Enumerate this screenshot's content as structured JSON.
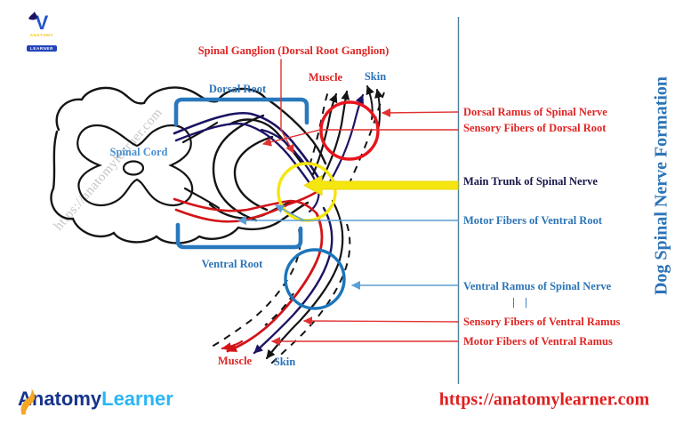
{
  "side_title": "Dog Spinal Nerve Formation",
  "watermark": "https://anatomylearner.com",
  "header_logo": {
    "monogram": "V",
    "line1": "ANATOMY",
    "line2": "LEARNER"
  },
  "footer": {
    "brand_primary": "Anatomy",
    "brand_secondary": "Learner",
    "url": "https://anatomylearner.com"
  },
  "diagram": {
    "labels": {
      "spinal_ganglion": "Spinal Ganglion (Dorsal Root Ganglion)",
      "dorsal_root": "Dorsal Root",
      "muscle_top": "Muscle",
      "skin_top": "Skin",
      "spinal_cord": "Spinal Cord",
      "ventral_root": "Ventral Root",
      "muscle_bottom": "Muscle",
      "skin_bottom": "Skin",
      "break_marks": "| |"
    },
    "callouts": [
      {
        "label": "Dorsal Ramus of Spinal Nerve",
        "color": "red"
      },
      {
        "label": "Sensory Fibers of Dorsal Root",
        "color": "red"
      },
      {
        "label": "Main Trunk of Spinal Nerve",
        "color": "dark"
      },
      {
        "label": "Motor Fibers of Ventral Root",
        "color": "blue"
      },
      {
        "label": "Ventral Ramus of Spinal Nerve",
        "color": "blue"
      },
      {
        "label": "Sensory Fibers of Ventral Ramus",
        "color": "red"
      },
      {
        "label": "Motor Fibers of Ventral Ramus",
        "color": "red"
      }
    ],
    "colors": {
      "label_red": "#e02424",
      "label_blue": "#2d74b8",
      "label_dark": "#16164a",
      "fiber_red": "#d21418",
      "fiber_navy": "#1b1464",
      "line_black": "#141414",
      "highlight_red_circle": "#e8141c",
      "highlight_yellow_circle": "#f6e60f",
      "highlight_blue_circle": "#1b75bb",
      "main_trunk_arrow_yellow": "#f6e60f",
      "callout_light_blue": "#5b9fd4",
      "bracket_blue": "#2878be",
      "divider_teal": "#4d7f9b",
      "url_red": "#e01f1f",
      "watermark_gray": "#c6c6c6",
      "brand_dark_blue": "#16348c",
      "brand_light_blue": "#29b6f6",
      "brand_orange": "#f5a623"
    }
  }
}
